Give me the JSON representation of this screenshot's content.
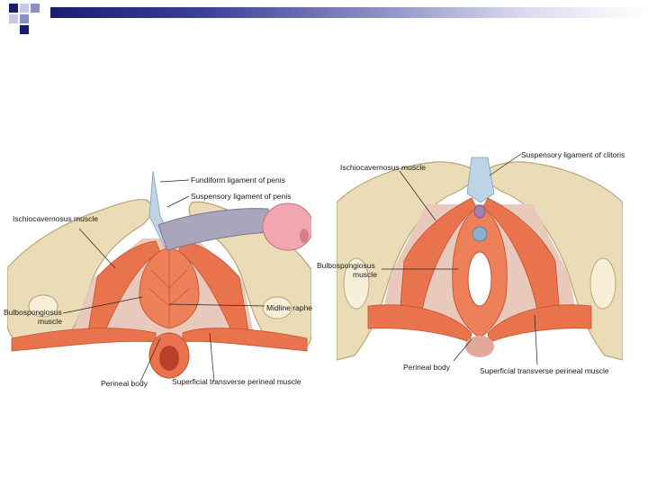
{
  "decoration": {
    "bar_color_dark": "#1a1d6e",
    "square_colors": [
      "#1a1d6e",
      "#8c8fc4",
      "#c6c8e6"
    ]
  },
  "male_figure": {
    "labels": {
      "fundiform": "Fundiform ligament of penis",
      "suspensory": "Suspensory ligament of penis",
      "ischiocavernosus": "Ischiocavernosus muscle",
      "bulbospongiosus_line1": "Bulbospongiosus",
      "bulbospongiosus_line2": "muscle",
      "midline_raphe": "Midline raphe",
      "perineal_body": "Perineal body",
      "superficial_transverse": "Superficial transverse perineal muscle"
    }
  },
  "female_figure": {
    "labels": {
      "suspensory": "Suspensory ligament of clitoris",
      "ischiocavernosus": "Ischiocavernosus muscle",
      "bulbospongiosus_line1": "Bulbospongiosus",
      "bulbospongiosus_line2": "muscle",
      "perineal_body": "Perineal body",
      "superficial_transverse": "Superficial transverse perineal muscle"
    }
  }
}
